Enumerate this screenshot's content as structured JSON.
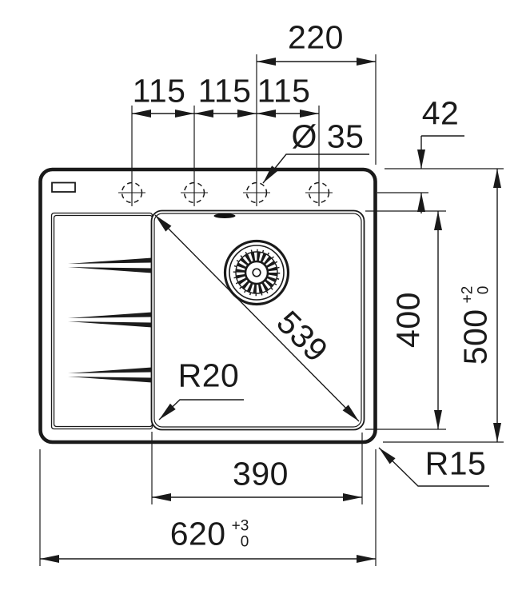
{
  "drawing": {
    "colors": {
      "line": "#1a1a1a",
      "background": "#ffffff"
    },
    "labels": {
      "span_220": "220",
      "pitch_115_a": "115",
      "pitch_115_b": "115",
      "pitch_115_c": "115",
      "hole_diameter": "Ø 35",
      "edge_offset_42": "42",
      "bowl_length_400": "400",
      "overall_length_500": "500",
      "tol_500_plus": "+2",
      "tol_500_zero": "0",
      "diagonal_539": "539",
      "bowl_corner_radius": "R20",
      "outer_corner_radius": "R15",
      "bowl_width_390": "390",
      "overall_width_620": "620",
      "tol_620_plus": "+3",
      "tol_620_zero": "0"
    }
  }
}
